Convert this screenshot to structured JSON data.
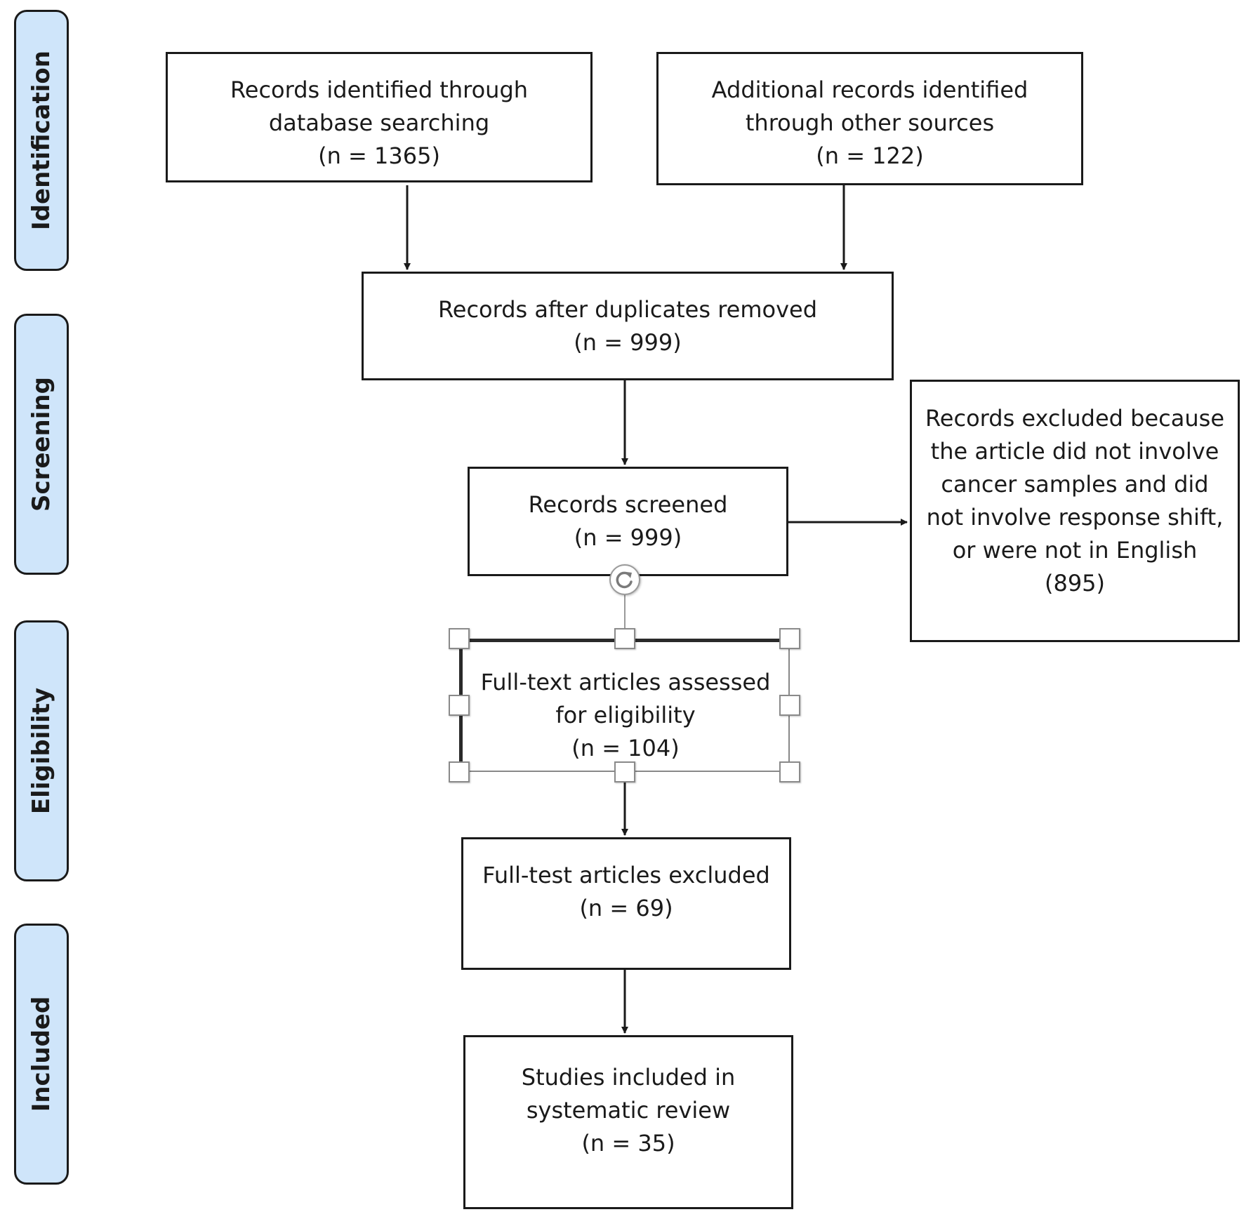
{
  "stages": [
    {
      "id": "identification",
      "label": "Identification"
    },
    {
      "id": "screening",
      "label": "Screening"
    },
    {
      "id": "eligibility",
      "label": "Eligibility"
    },
    {
      "id": "included",
      "label": "Included"
    }
  ],
  "boxes": {
    "database_records": {
      "lines": [
        "Records identified through",
        "database searching",
        "(n = 1365)"
      ]
    },
    "other_sources": {
      "lines": [
        "Additional records identified",
        "through other sources",
        "(n = 122)"
      ]
    },
    "duplicates_removed": {
      "lines": [
        "Records after duplicates removed",
        "(n = 999)"
      ]
    },
    "screened": {
      "lines": [
        "Records screened",
        "(n = 999)"
      ]
    },
    "excluded_records": {
      "lines": [
        "Records excluded because",
        "the article did not involve",
        "cancer samples and did",
        "not involve response shift,",
        "or were not in English",
        "(895)"
      ]
    },
    "full_text_assessed": {
      "lines": [
        "Full-text articles assessed",
        "for eligibility",
        "(n = 104)"
      ]
    },
    "full_text_excluded": {
      "lines": [
        "Full-test articles excluded",
        "(n = 69)"
      ]
    },
    "included_studies": {
      "lines": [
        "Studies included in",
        "systematic review",
        "(n = 35)"
      ]
    }
  },
  "colors": {
    "stage_fill": "#cfe5fa",
    "stroke": "#1a1a1a",
    "handle_border": "#8a8a8a"
  },
  "icons": {
    "rotate": "rotate-icon",
    "resize": "resize-handle"
  }
}
